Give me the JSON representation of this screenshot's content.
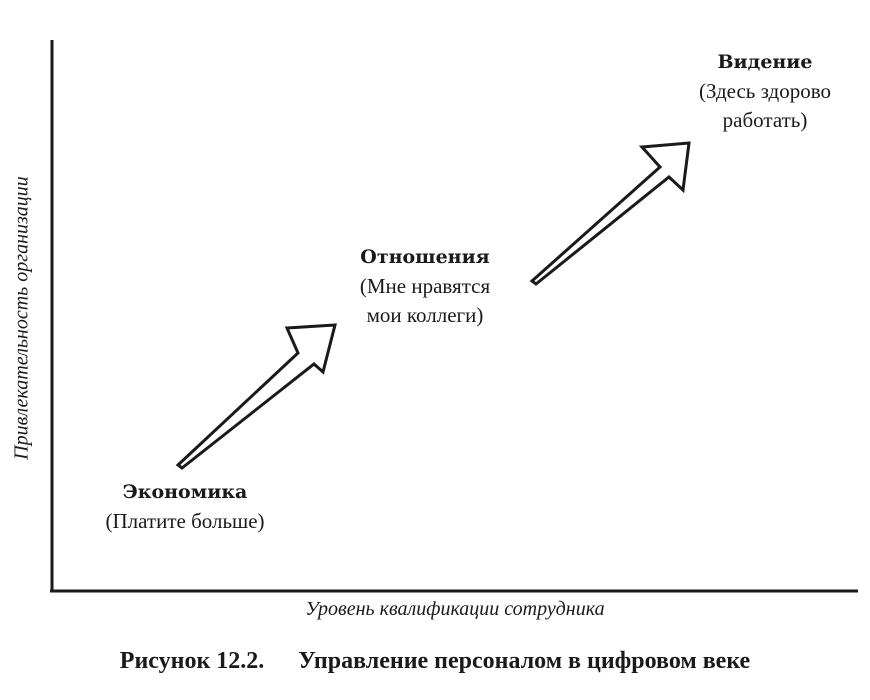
{
  "axes": {
    "y_label": "Привлекательность организации",
    "x_label": "Уровень квалификации сотрудника"
  },
  "stages": [
    {
      "title": "Экономика",
      "description": "(Платите больше)"
    },
    {
      "title": "Отношения",
      "description": "(Мне нравятся\nмои коллеги)"
    },
    {
      "title": "Видение",
      "description": "(Здесь здорово\nработать)"
    }
  ],
  "caption": {
    "number": "Рисунок 12.2.",
    "text": "Управление персоналом в цифровом веке"
  },
  "colors": {
    "ink": "#1a1a1a",
    "arrow_fill": "#ffffff"
  }
}
